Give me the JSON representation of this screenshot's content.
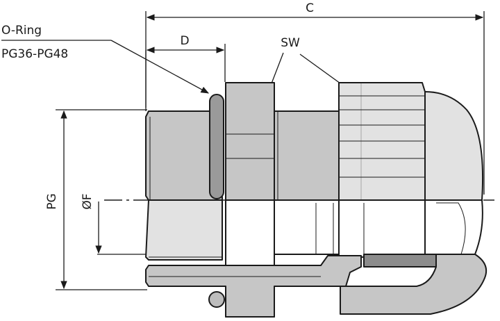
{
  "labels": {
    "c": "C",
    "d": "D",
    "sw": "SW",
    "oring_line1": "O-Ring",
    "oring_line2": "PG36-PG48",
    "pg": "PG",
    "of": "ØF"
  },
  "colors": {
    "body_gray": "#c6c6c6",
    "light_gray": "#e2e2e2",
    "dark_gray": "#8c8c8c",
    "line": "#1a1a1a"
  }
}
